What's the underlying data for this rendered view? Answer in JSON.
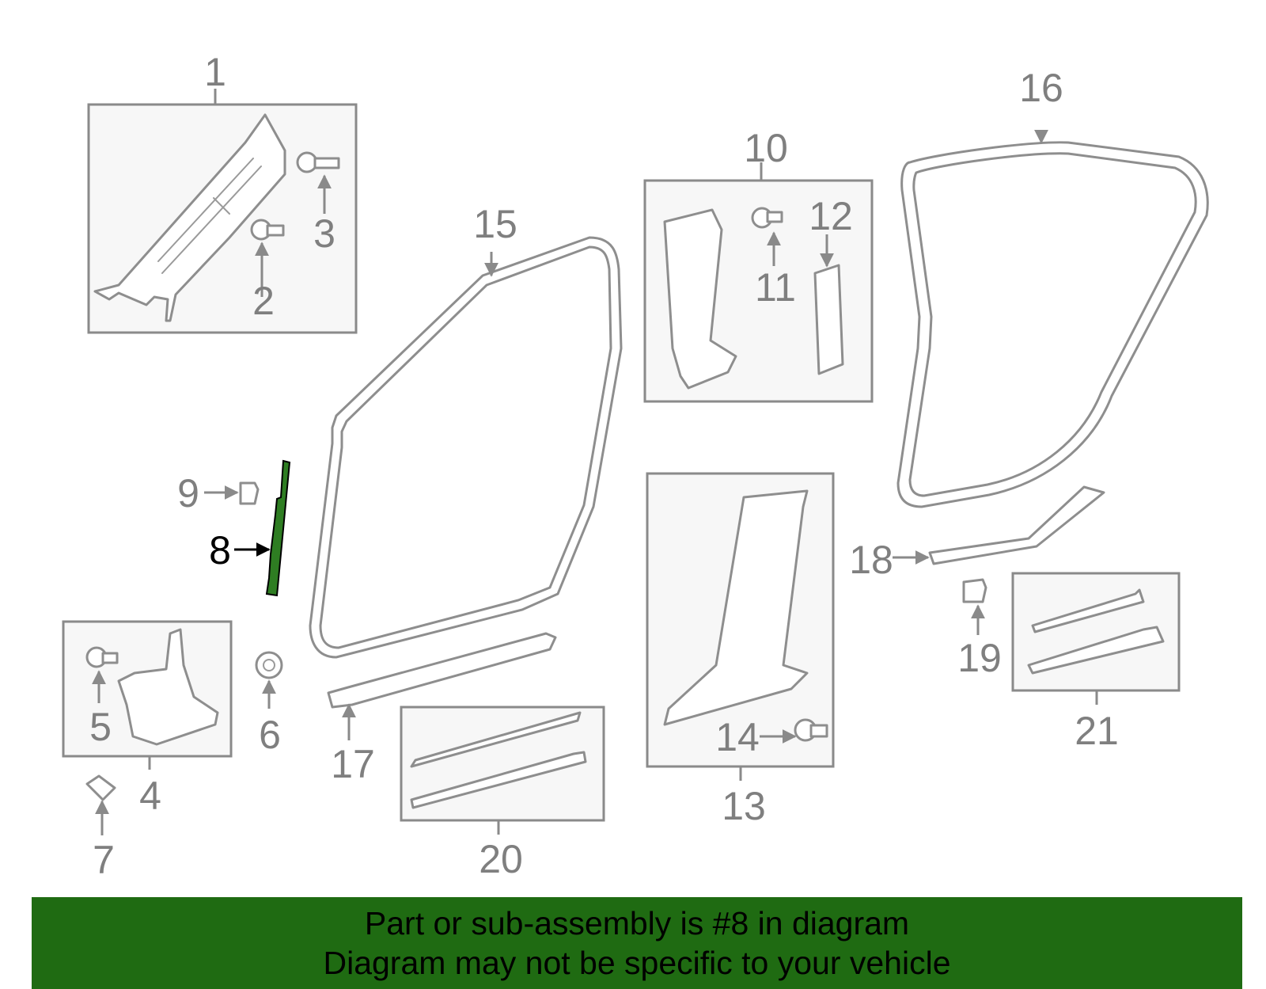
{
  "banner": {
    "line1": "Part or sub-assembly is #8 in diagram",
    "line2": "Diagram may not be specific to your vehicle",
    "background_color": "#1f6b12"
  },
  "highlight": {
    "part_number": "8",
    "color": "#2e7d22"
  },
  "callouts": [
    {
      "id": "1",
      "label": "1"
    },
    {
      "id": "2",
      "label": "2"
    },
    {
      "id": "3",
      "label": "3"
    },
    {
      "id": "4",
      "label": "4"
    },
    {
      "id": "5",
      "label": "5"
    },
    {
      "id": "6",
      "label": "6"
    },
    {
      "id": "7",
      "label": "7"
    },
    {
      "id": "8",
      "label": "8"
    },
    {
      "id": "9",
      "label": "9"
    },
    {
      "id": "10",
      "label": "10"
    },
    {
      "id": "11",
      "label": "11"
    },
    {
      "id": "12",
      "label": "12"
    },
    {
      "id": "13",
      "label": "13"
    },
    {
      "id": "14",
      "label": "14"
    },
    {
      "id": "15",
      "label": "15"
    },
    {
      "id": "16",
      "label": "16"
    },
    {
      "id": "17",
      "label": "17"
    },
    {
      "id": "18",
      "label": "18"
    },
    {
      "id": "19",
      "label": "19"
    },
    {
      "id": "20",
      "label": "20"
    },
    {
      "id": "21",
      "label": "21"
    }
  ]
}
